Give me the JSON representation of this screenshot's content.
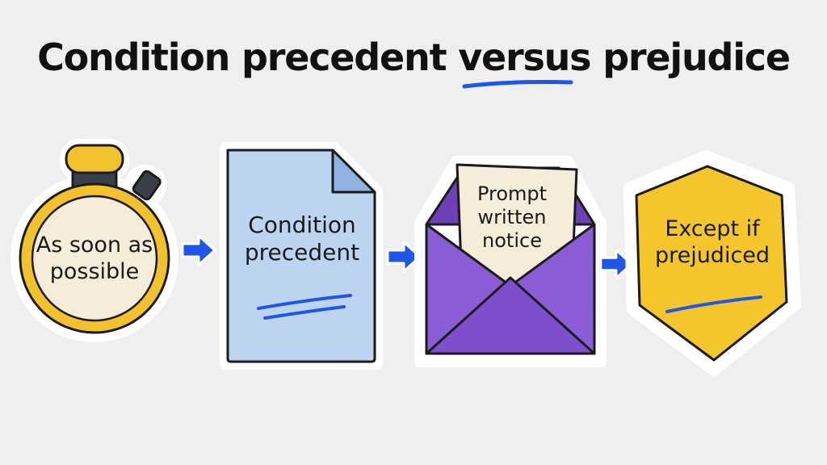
{
  "title": {
    "lead": "Condition precedent ",
    "emphasis": "versus",
    "tail": " prejudice"
  },
  "steps": [
    {
      "label_lines": [
        "As soon as",
        "possible"
      ],
      "icon": "stopwatch-icon",
      "color": "#f2c12e"
    },
    {
      "label_lines": [
        "Condition",
        "precedent"
      ],
      "icon": "document-icon",
      "color": "#bcd4f0"
    },
    {
      "label_lines": [
        "Prompt",
        "written",
        "notice"
      ],
      "icon": "envelope-icon",
      "color": "#8a5cd6"
    },
    {
      "label_lines": [
        "Except if",
        "prejudiced"
      ],
      "icon": "shield-icon",
      "color": "#f4c62c"
    }
  ],
  "colors": {
    "accent": "#1e56e8",
    "background": "#efefef",
    "outline": "#1b1b1b"
  }
}
